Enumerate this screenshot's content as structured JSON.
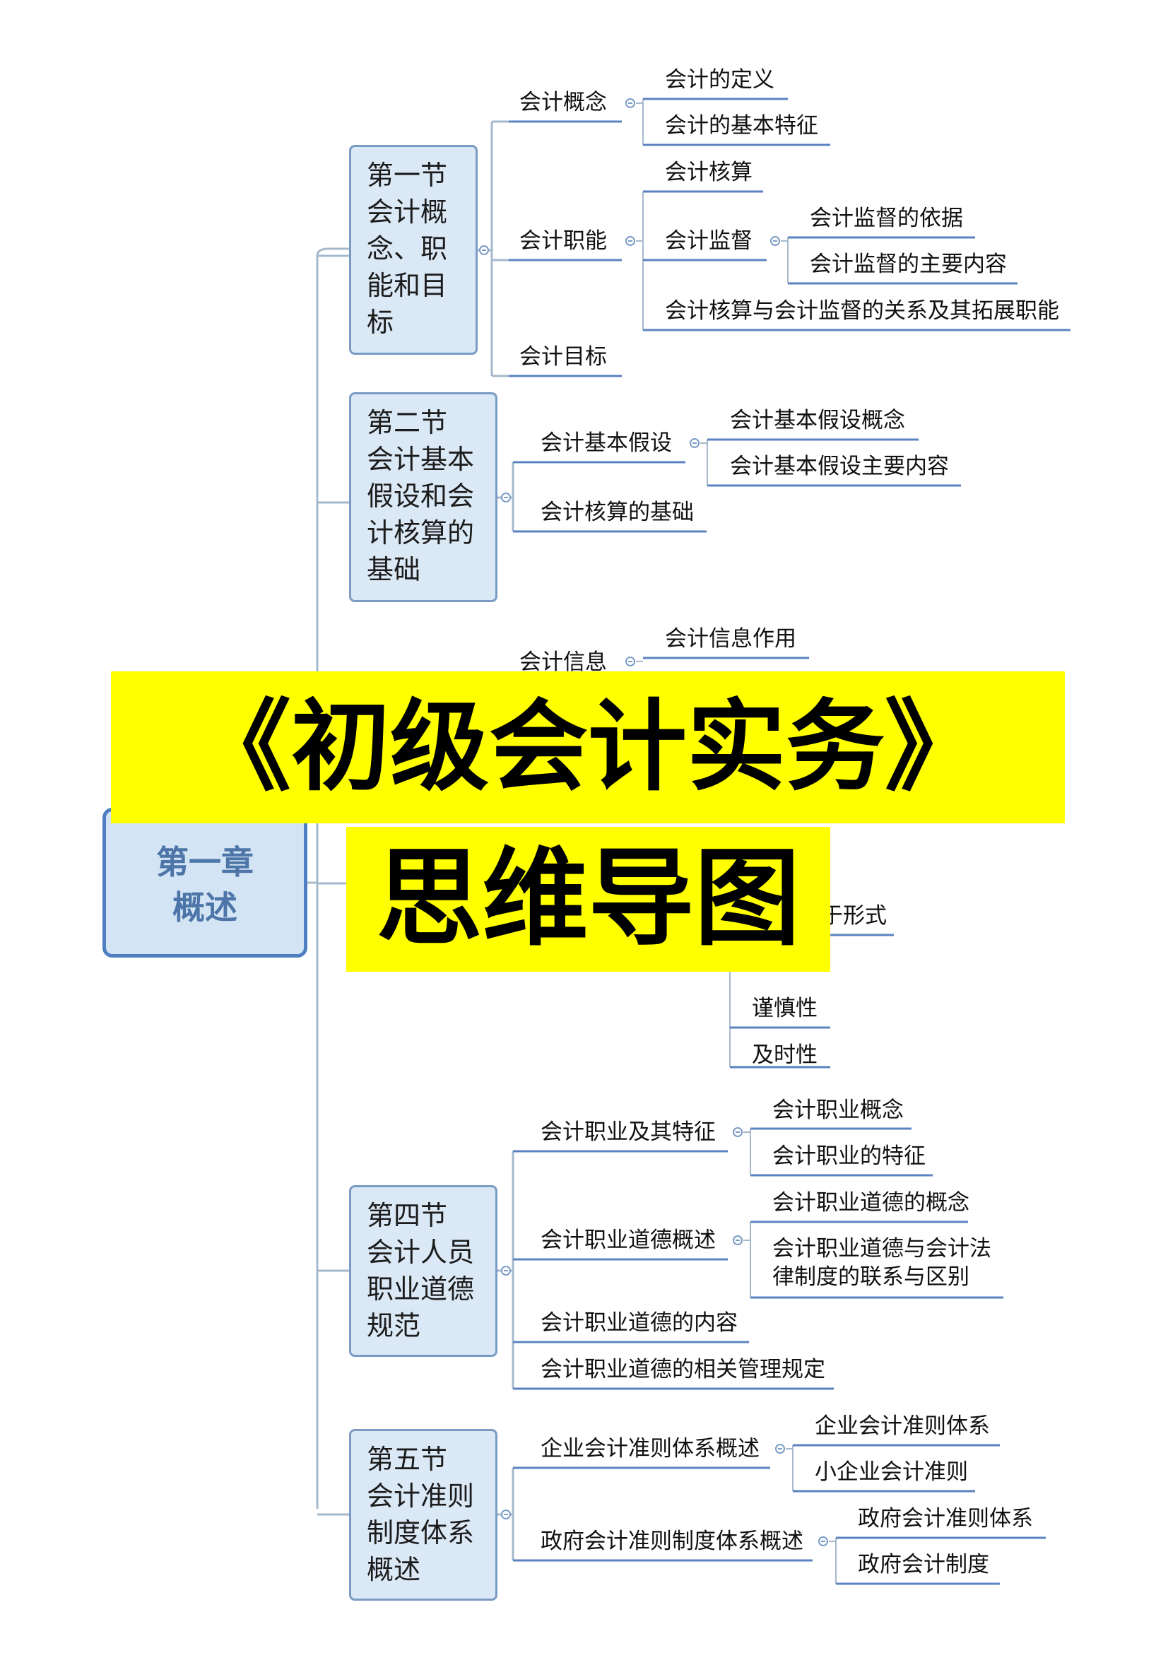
{
  "banner": {
    "title": "《初级会计实务》",
    "subtitle": "思维导图"
  },
  "colors": {
    "banner_bg": "#ffff00",
    "node_fill": "#dbe8f6",
    "node_border": "#7a9cc4",
    "root_border": "#4f7fc2",
    "root_text": "#4d75a8",
    "connector": "#a6b8cc",
    "underline": "#5b83c0"
  },
  "root": {
    "label": "第一章\n概述"
  },
  "sections": [
    {
      "label": "第一节\n会计概\n念、职\n能和目\n标",
      "branches": [
        {
          "label": "会计概念",
          "children": [
            "会计的定义",
            "会计的基本特征"
          ]
        },
        {
          "label": "会计职能",
          "children": [
            {
              "label": "会计核算",
              "children": []
            },
            {
              "label": "会计监督",
              "children": [
                "会计监督的依据",
                "会计监督的主要内容"
              ]
            },
            {
              "label": "会计核算与会计监督的关系及其拓展职能",
              "children": []
            }
          ]
        },
        {
          "label": "会计目标",
          "children": []
        }
      ]
    },
    {
      "label": "第二节\n会计基本\n假设和会\n计核算的\n基础",
      "branches": [
        {
          "label": "会计基本假设",
          "children": [
            "会计基本假设概念",
            "会计基本假设主要内容"
          ]
        },
        {
          "label": "会计核算的基础",
          "children": []
        }
      ]
    },
    {
      "label": "",
      "branches": [
        {
          "label": "会计信息",
          "children": [
            "会计信息作用"
          ]
        }
      ],
      "partial_leaves": [
        "于形式",
        "谨慎性",
        "及时性"
      ]
    },
    {
      "label": "第四节\n会计人员\n职业道德\n规范",
      "branches": [
        {
          "label": "会计职业及其特征",
          "children": [
            "会计职业概念",
            "会计职业的特征"
          ]
        },
        {
          "label": "会计职业道德概述",
          "children": [
            "会计职业道德的概念",
            "会计职业道德与会计法\n律制度的联系与区别"
          ]
        },
        {
          "label": "会计职业道德的内容",
          "children": []
        },
        {
          "label": "会计职业道德的相关管理规定",
          "children": []
        }
      ]
    },
    {
      "label": "第五节\n会计准则\n制度体系\n概述",
      "branches": [
        {
          "label": "企业会计准则体系概述",
          "children": [
            "企业会计准则体系",
            "小企业会计准则"
          ]
        },
        {
          "label": "政府会计准则制度体系概述",
          "children": [
            "政府会计准则体系",
            "政府会计制度"
          ]
        }
      ]
    }
  ]
}
